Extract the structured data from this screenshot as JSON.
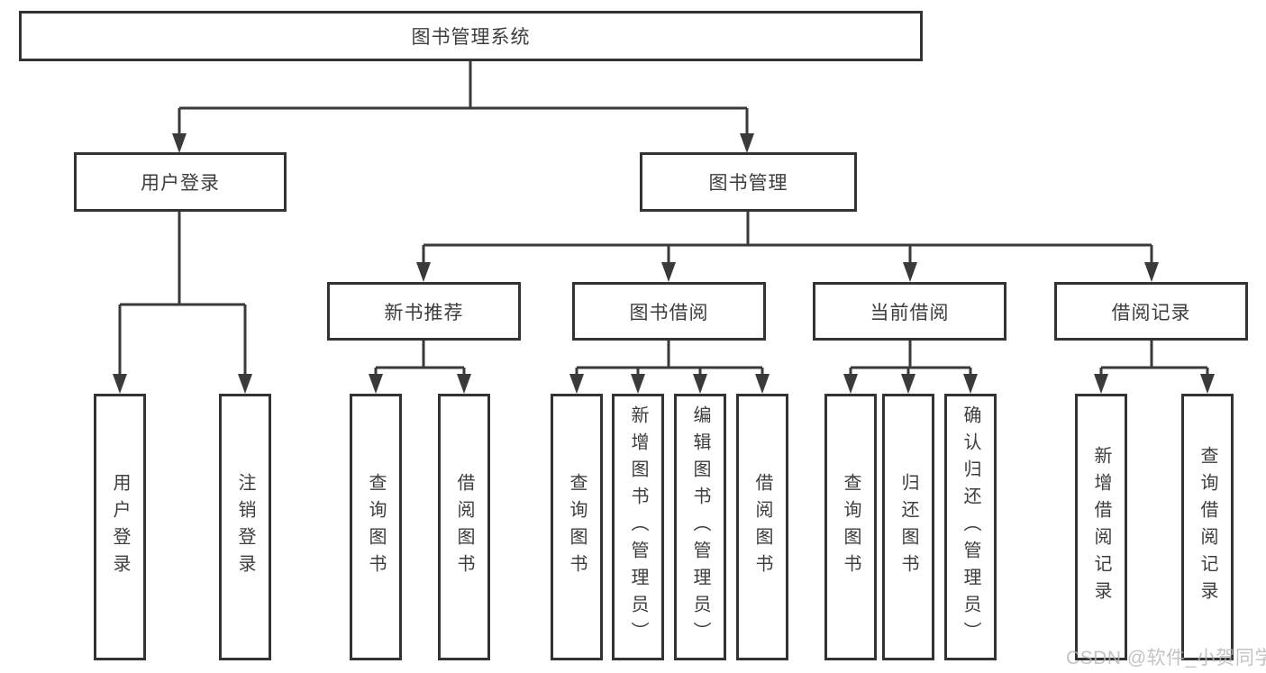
{
  "diagram": {
    "root": {
      "label": "图书管理系统"
    },
    "branches": [
      {
        "label": "用户登录"
      },
      {
        "label": "图书管理"
      }
    ],
    "sections": [
      {
        "label": "新书推荐"
      },
      {
        "label": "图书借阅"
      },
      {
        "label": "当前借阅"
      },
      {
        "label": "借阅记录"
      }
    ],
    "leaves": [
      {
        "label": "用户登录"
      },
      {
        "label": "注销登录"
      },
      {
        "label": "查询图书"
      },
      {
        "label": "借阅图书"
      },
      {
        "label": "查询图书"
      },
      {
        "label": "新增图书（管理员）"
      },
      {
        "label": "编辑图书（管理员）"
      },
      {
        "label": "借阅图书"
      },
      {
        "label": "查询图书"
      },
      {
        "label": "归还图书"
      },
      {
        "label": "确认归还（管理员）"
      },
      {
        "label": "新增借阅记录"
      },
      {
        "label": "查询借阅记录"
      }
    ]
  },
  "watermark": "CSDN @软件_小贺同学",
  "colors": {
    "line": "#3a3a3a",
    "box_border": "#333333",
    "text": "#3d3d3d",
    "watermark": "#b5b5b5",
    "background": "#ffffff"
  }
}
